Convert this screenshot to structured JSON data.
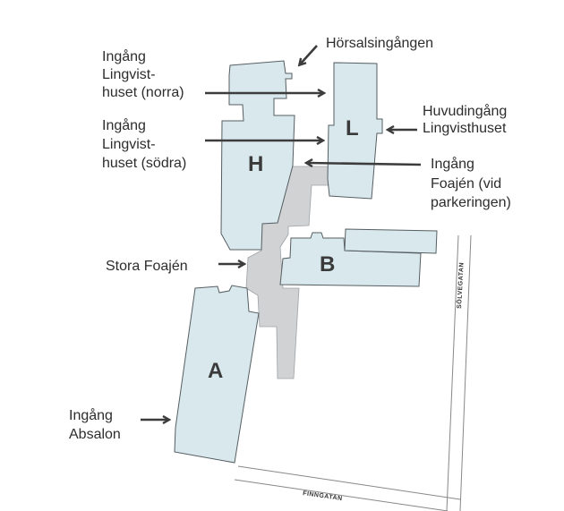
{
  "colors": {
    "building": "#d8e8ec",
    "foyer": "#d0d2d4",
    "outline": "#555e62",
    "arrow": "#3c3c3c",
    "text": "#2d2d2d"
  },
  "buildings": {
    "A": "A",
    "B": "B",
    "H": "H",
    "L": "L"
  },
  "streets": {
    "solvegatan": "SÖLVEGATAN",
    "finngatan": "FINNGATAN"
  },
  "labels": {
    "horsalsingangen": [
      "Hörsalsingången"
    ],
    "lingvist_norra": [
      "Ingång",
      "Lingvist-",
      "huset (norra)"
    ],
    "lingvist_sodra": [
      "Ingång",
      "Lingvist-",
      "huset (södra)"
    ],
    "huvudingang": [
      "Huvudingång",
      "Lingvisthuset"
    ],
    "foajen_vid": [
      "Ingång",
      "Foajén (vid",
      "parkeringen)"
    ],
    "stora_foajen": [
      "Stora Foajén"
    ],
    "absalon": [
      "Ingång",
      "Absalon"
    ]
  }
}
